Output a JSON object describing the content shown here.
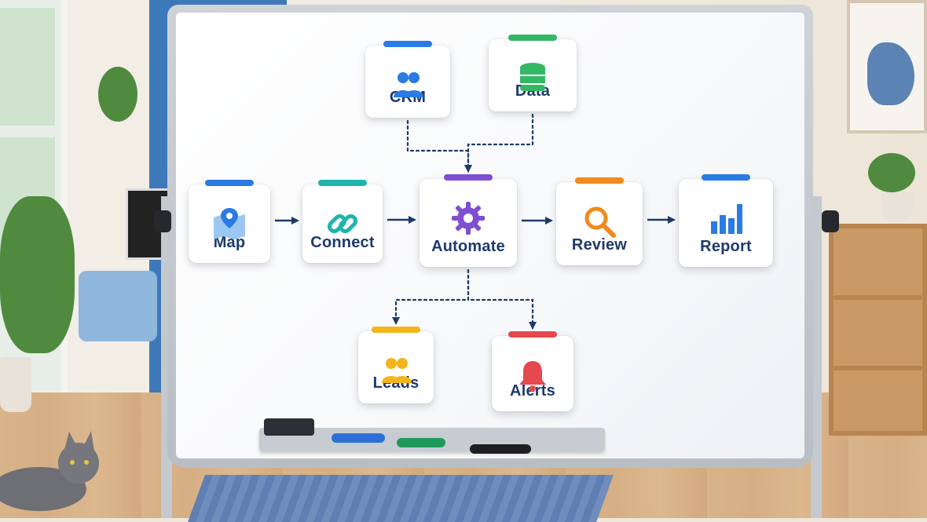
{
  "diagram": {
    "nodes": [
      {
        "id": "crm",
        "label": "CRM",
        "icon": "users-icon",
        "color": "#2a7be4"
      },
      {
        "id": "data",
        "label": "Data",
        "icon": "database-icon",
        "color": "#34b866"
      },
      {
        "id": "map",
        "label": "Map",
        "icon": "map-pin-icon",
        "color": "#2a7be4"
      },
      {
        "id": "connect",
        "label": "Connect",
        "icon": "link-icon",
        "color": "#1fb5ae"
      },
      {
        "id": "automate",
        "label": "Automate",
        "icon": "gear-icon",
        "color": "#7e4fd1"
      },
      {
        "id": "review",
        "label": "Review",
        "icon": "magnifier-icon",
        "color": "#f28a1c"
      },
      {
        "id": "report",
        "label": "Report",
        "icon": "bar-chart-icon",
        "color": "#2a7be4"
      },
      {
        "id": "leads",
        "label": "Leads",
        "icon": "users-icon",
        "color": "#f2b51c"
      },
      {
        "id": "alerts",
        "label": "Alerts",
        "icon": "bell-icon",
        "color": "#e5484d"
      }
    ],
    "edges": [
      {
        "from": "map",
        "to": "connect",
        "style": "solid"
      },
      {
        "from": "connect",
        "to": "automate",
        "style": "solid"
      },
      {
        "from": "automate",
        "to": "review",
        "style": "solid"
      },
      {
        "from": "review",
        "to": "report",
        "style": "solid"
      },
      {
        "from": "crm",
        "to": "automate",
        "style": "dotted"
      },
      {
        "from": "data",
        "to": "automate",
        "style": "dotted"
      },
      {
        "from": "automate",
        "to": "leads",
        "style": "dotted"
      },
      {
        "from": "automate",
        "to": "alerts",
        "style": "dotted"
      }
    ],
    "line_color": "#1e3a6b"
  }
}
